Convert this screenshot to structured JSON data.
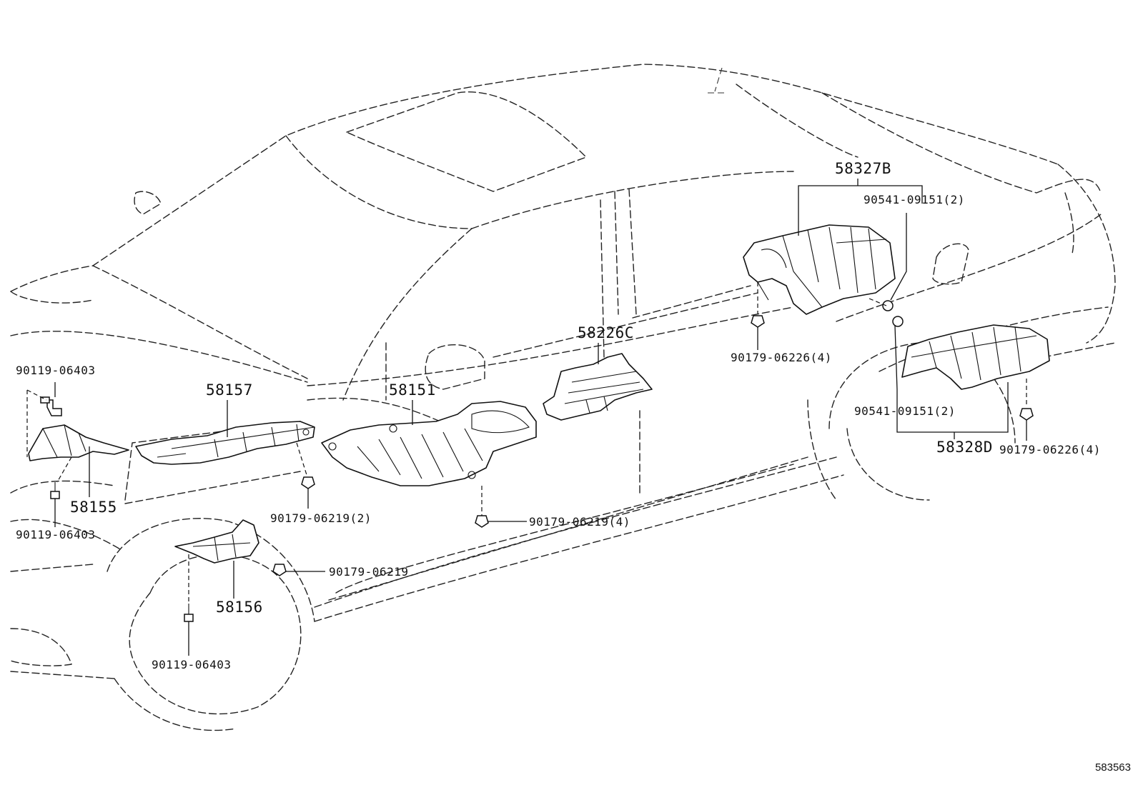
{
  "labels": {
    "p58327b": "58327B",
    "p58328d": "58328D",
    "p58226c": "58226C",
    "p58151": "58151",
    "p58157": "58157",
    "p58155": "58155",
    "p58156": "58156",
    "f90541_a": "90541-09151(2)",
    "f90541_b": "90541-09151(2)",
    "f90179_06226_a": "90179-06226(4)",
    "f90179_06226_b": "90179-06226(4)",
    "f90179_06219_2": "90179-06219(2)",
    "f90179_06219_4": "90179-06219(4)",
    "f90179_06219": "90179-06219",
    "f90119_a": "90119-06403",
    "f90119_b": "90119-06403",
    "f90119_c": "90119-06403"
  },
  "figure_number": "583563"
}
